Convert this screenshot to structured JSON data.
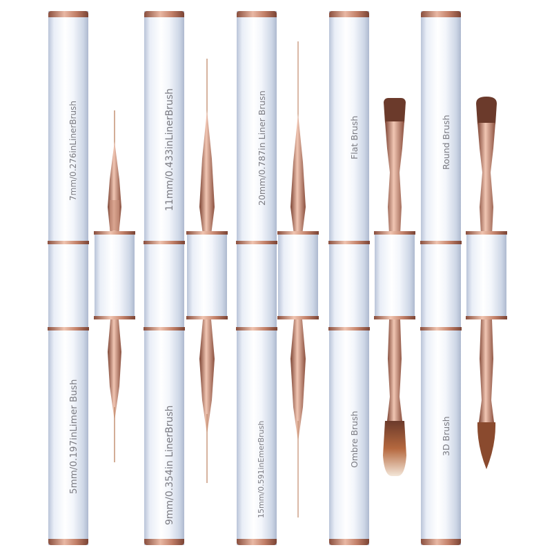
{
  "brushes": [
    {
      "top_label": "7mm/0.276inLinerBrush",
      "bottom_label": "5mm/0.197inLimer Bush",
      "top_tip": "liner",
      "bottom_tip": "liner"
    },
    {
      "top_label": "11mm/0.433inLinerBrush",
      "bottom_label": "9mm/0.354in LinerBrush",
      "top_tip": "liner",
      "bottom_tip": "liner"
    },
    {
      "top_label": "20mm/0.787in Liner Brusn",
      "bottom_label": "15mm/0.591inEmerBrush",
      "top_tip": "liner",
      "bottom_tip": "liner"
    },
    {
      "top_label": "Flat Brush",
      "bottom_label": "Ombre Brush",
      "top_tip": "flat",
      "bottom_tip": "ombre"
    },
    {
      "top_label": "Round Brush",
      "bottom_label": "3D Brush",
      "top_tip": "round",
      "bottom_tip": "pointed"
    }
  ],
  "colors": {
    "handle_white": "#f4f7fb",
    "rose_gold": "#c98f7a",
    "bristle_brown": "#6b3a2b",
    "label_gray": "#7b7b82"
  }
}
